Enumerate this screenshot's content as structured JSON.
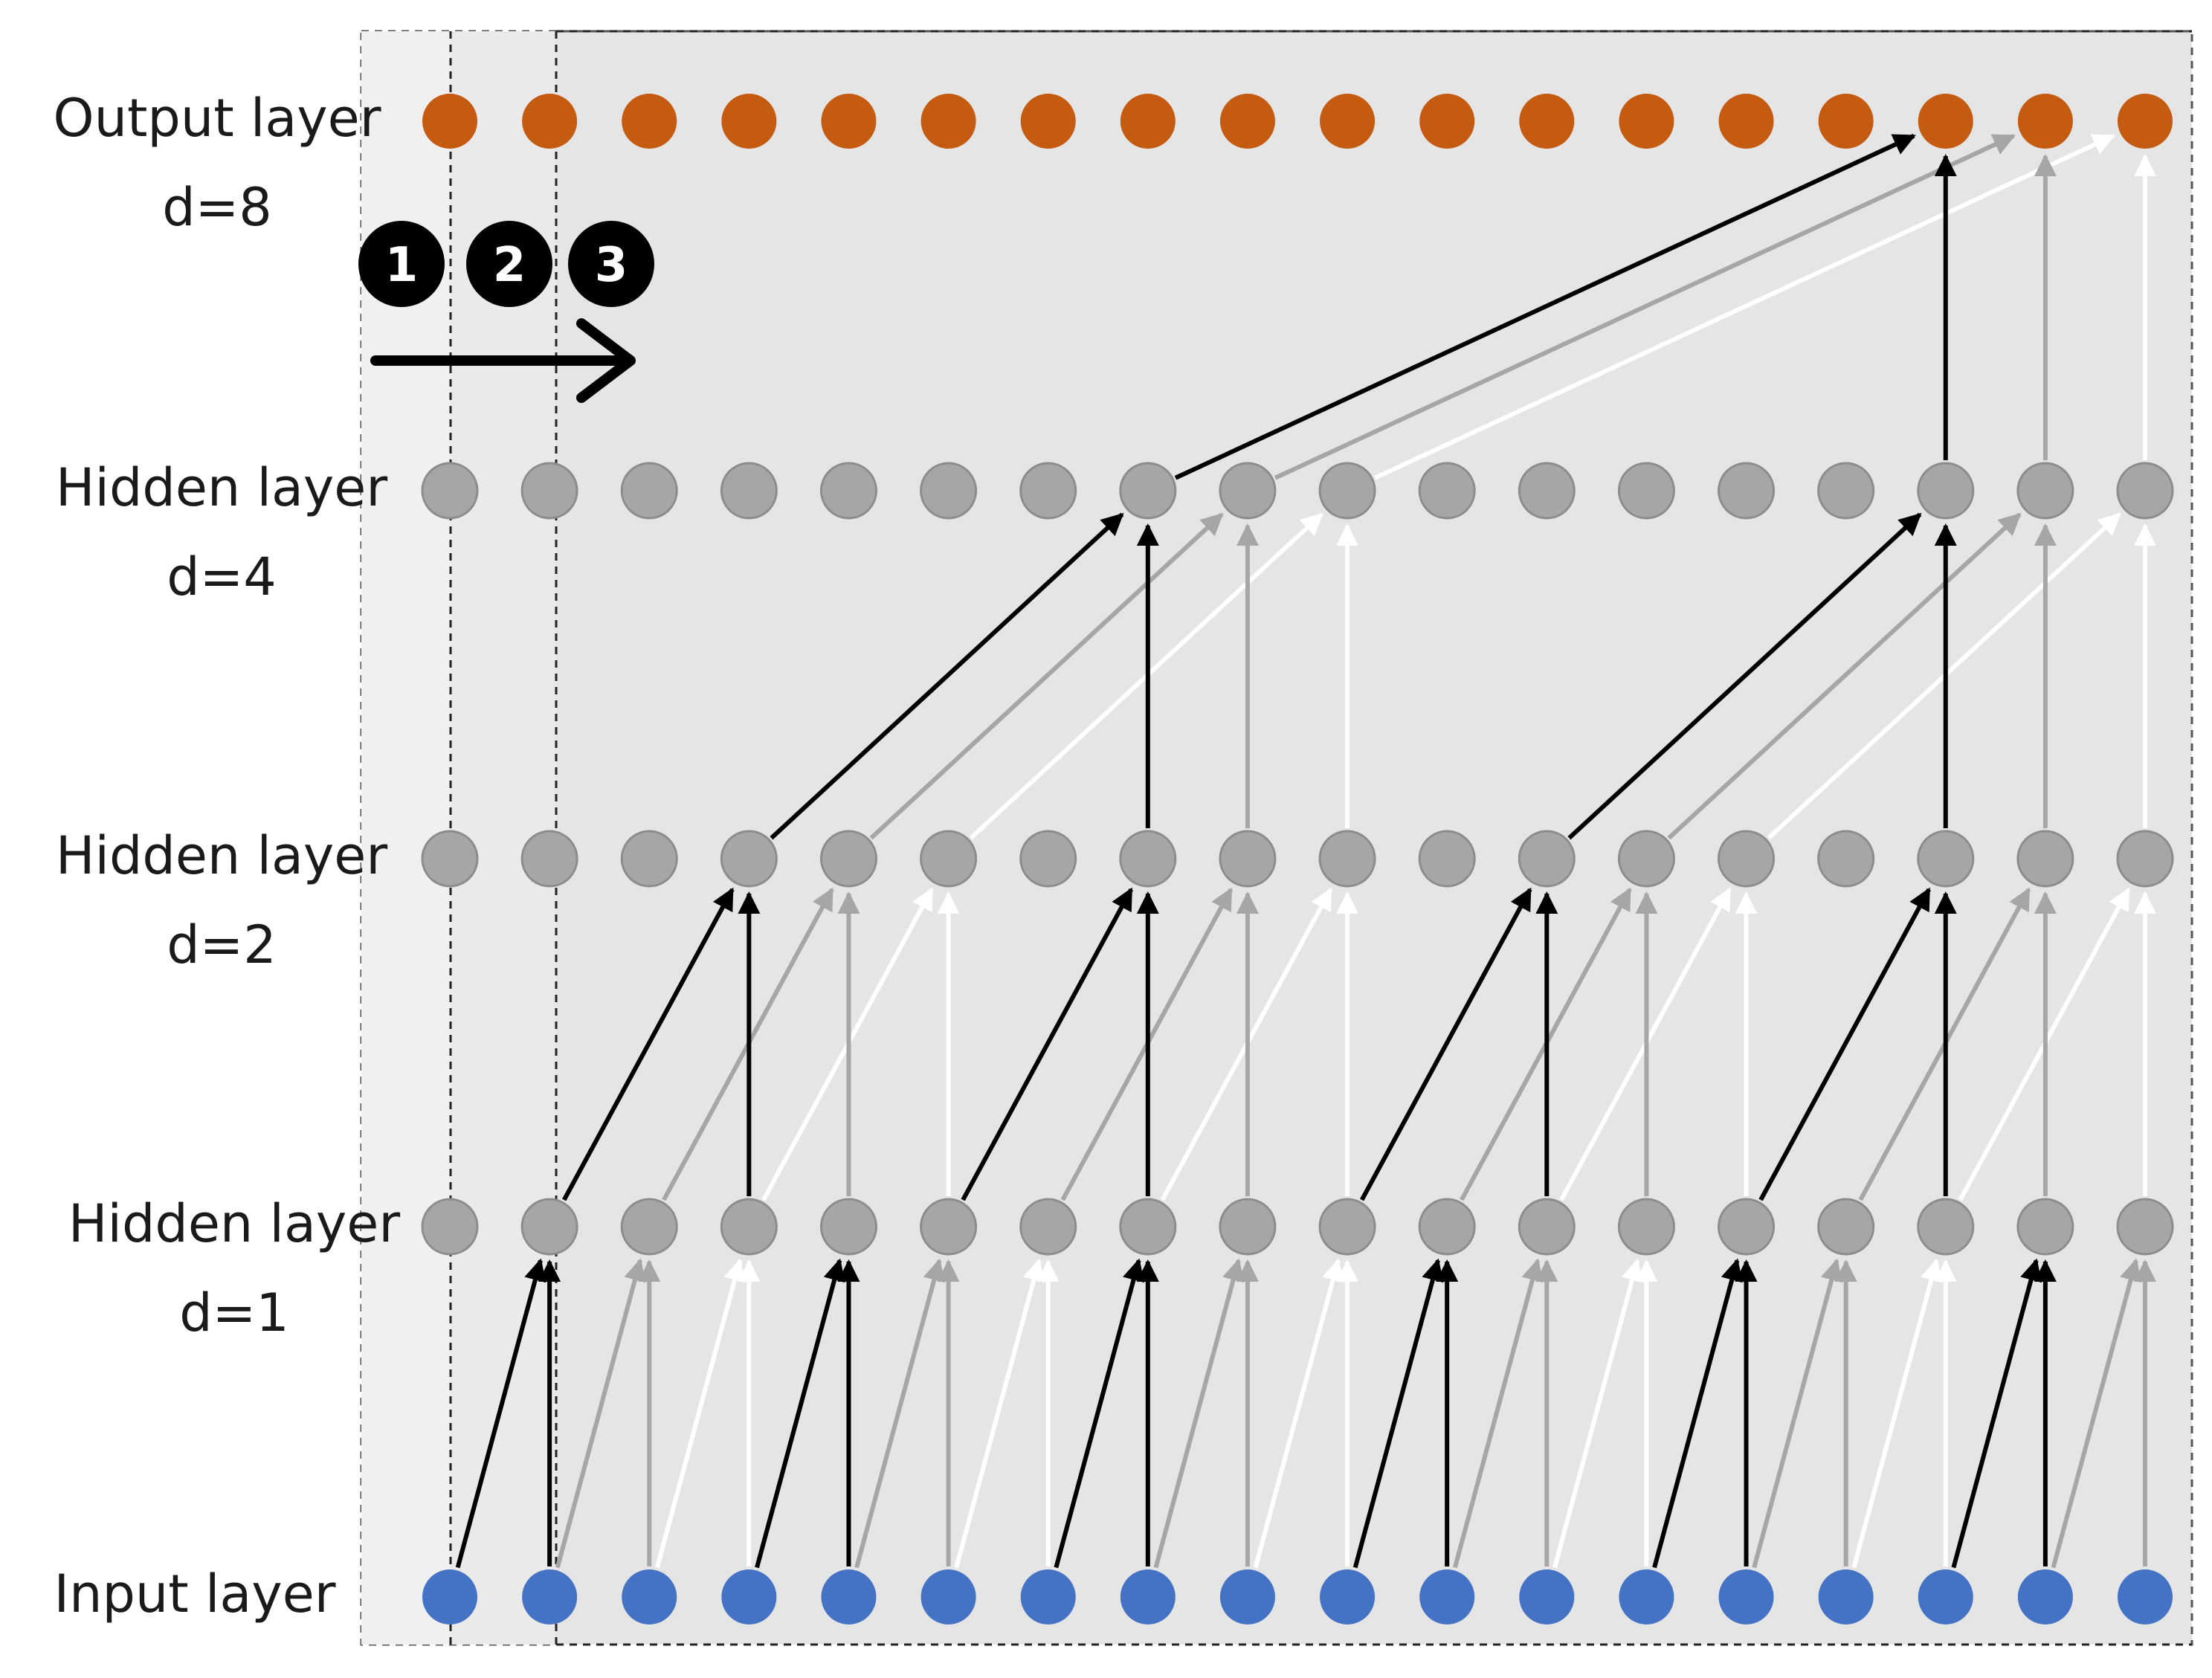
{
  "layers": [
    {
      "name": "Output layer",
      "dilation": "d=8",
      "node_color": "#C55A11"
    },
    {
      "name": "Hidden layer",
      "dilation": "d=4",
      "node_color": "#A6A6A6"
    },
    {
      "name": "Hidden layer",
      "dilation": "d=2",
      "node_color": "#A6A6A6"
    },
    {
      "name": "Hidden layer",
      "dilation": "d=1",
      "node_color": "#A6A6A6"
    },
    {
      "name": "Input layer",
      "dilation": "",
      "node_color": "#4472C4"
    }
  ],
  "node_count": 18,
  "steps": [
    "1",
    "2",
    "3"
  ],
  "colors": {
    "step_1_connections": "#000000",
    "step_2_connections": "#A6A6A6",
    "step_3_connections": "#FFFFFF",
    "panel_background": "#E7E6E6",
    "first_window_background": "#F0F0F0",
    "step_badge": "#000000"
  }
}
